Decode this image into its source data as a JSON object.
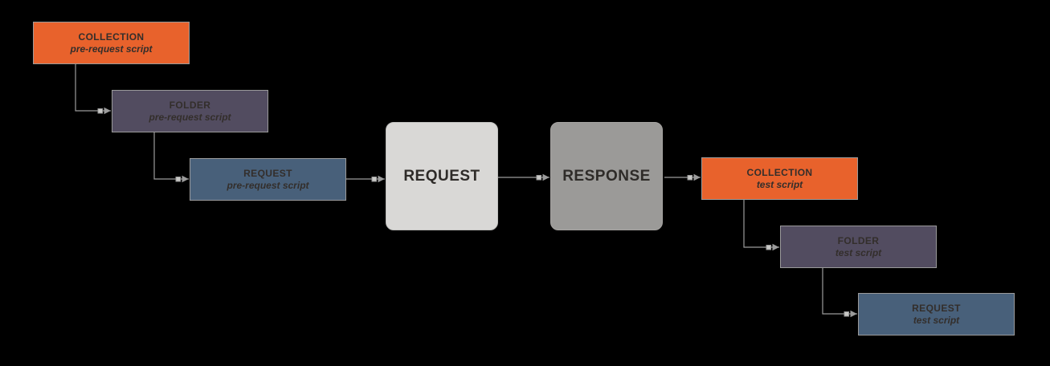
{
  "colors": {
    "background": "#000000",
    "collection": "#e8622c",
    "folder": "#524c60",
    "request_script": "#48607a",
    "request_box": "#d9d8d6",
    "response_box": "#9b9a98",
    "connector": "#9b9b9b",
    "connector_square_fill": "#c8c8c6",
    "text_dark": "#332e2b"
  },
  "nodes": [
    {
      "title": "COLLECTION",
      "subtitle": "pre-request script"
    },
    {
      "title": "FOLDER",
      "subtitle": "pre-request script"
    },
    {
      "title": "REQUEST",
      "subtitle": "pre-request script"
    },
    {
      "title": "REQUEST"
    },
    {
      "title": "RESPONSE"
    },
    {
      "title": "COLLECTION",
      "subtitle": "test script"
    },
    {
      "title": "FOLDER",
      "subtitle": "test script"
    },
    {
      "title": "REQUEST",
      "subtitle": "test script"
    }
  ]
}
